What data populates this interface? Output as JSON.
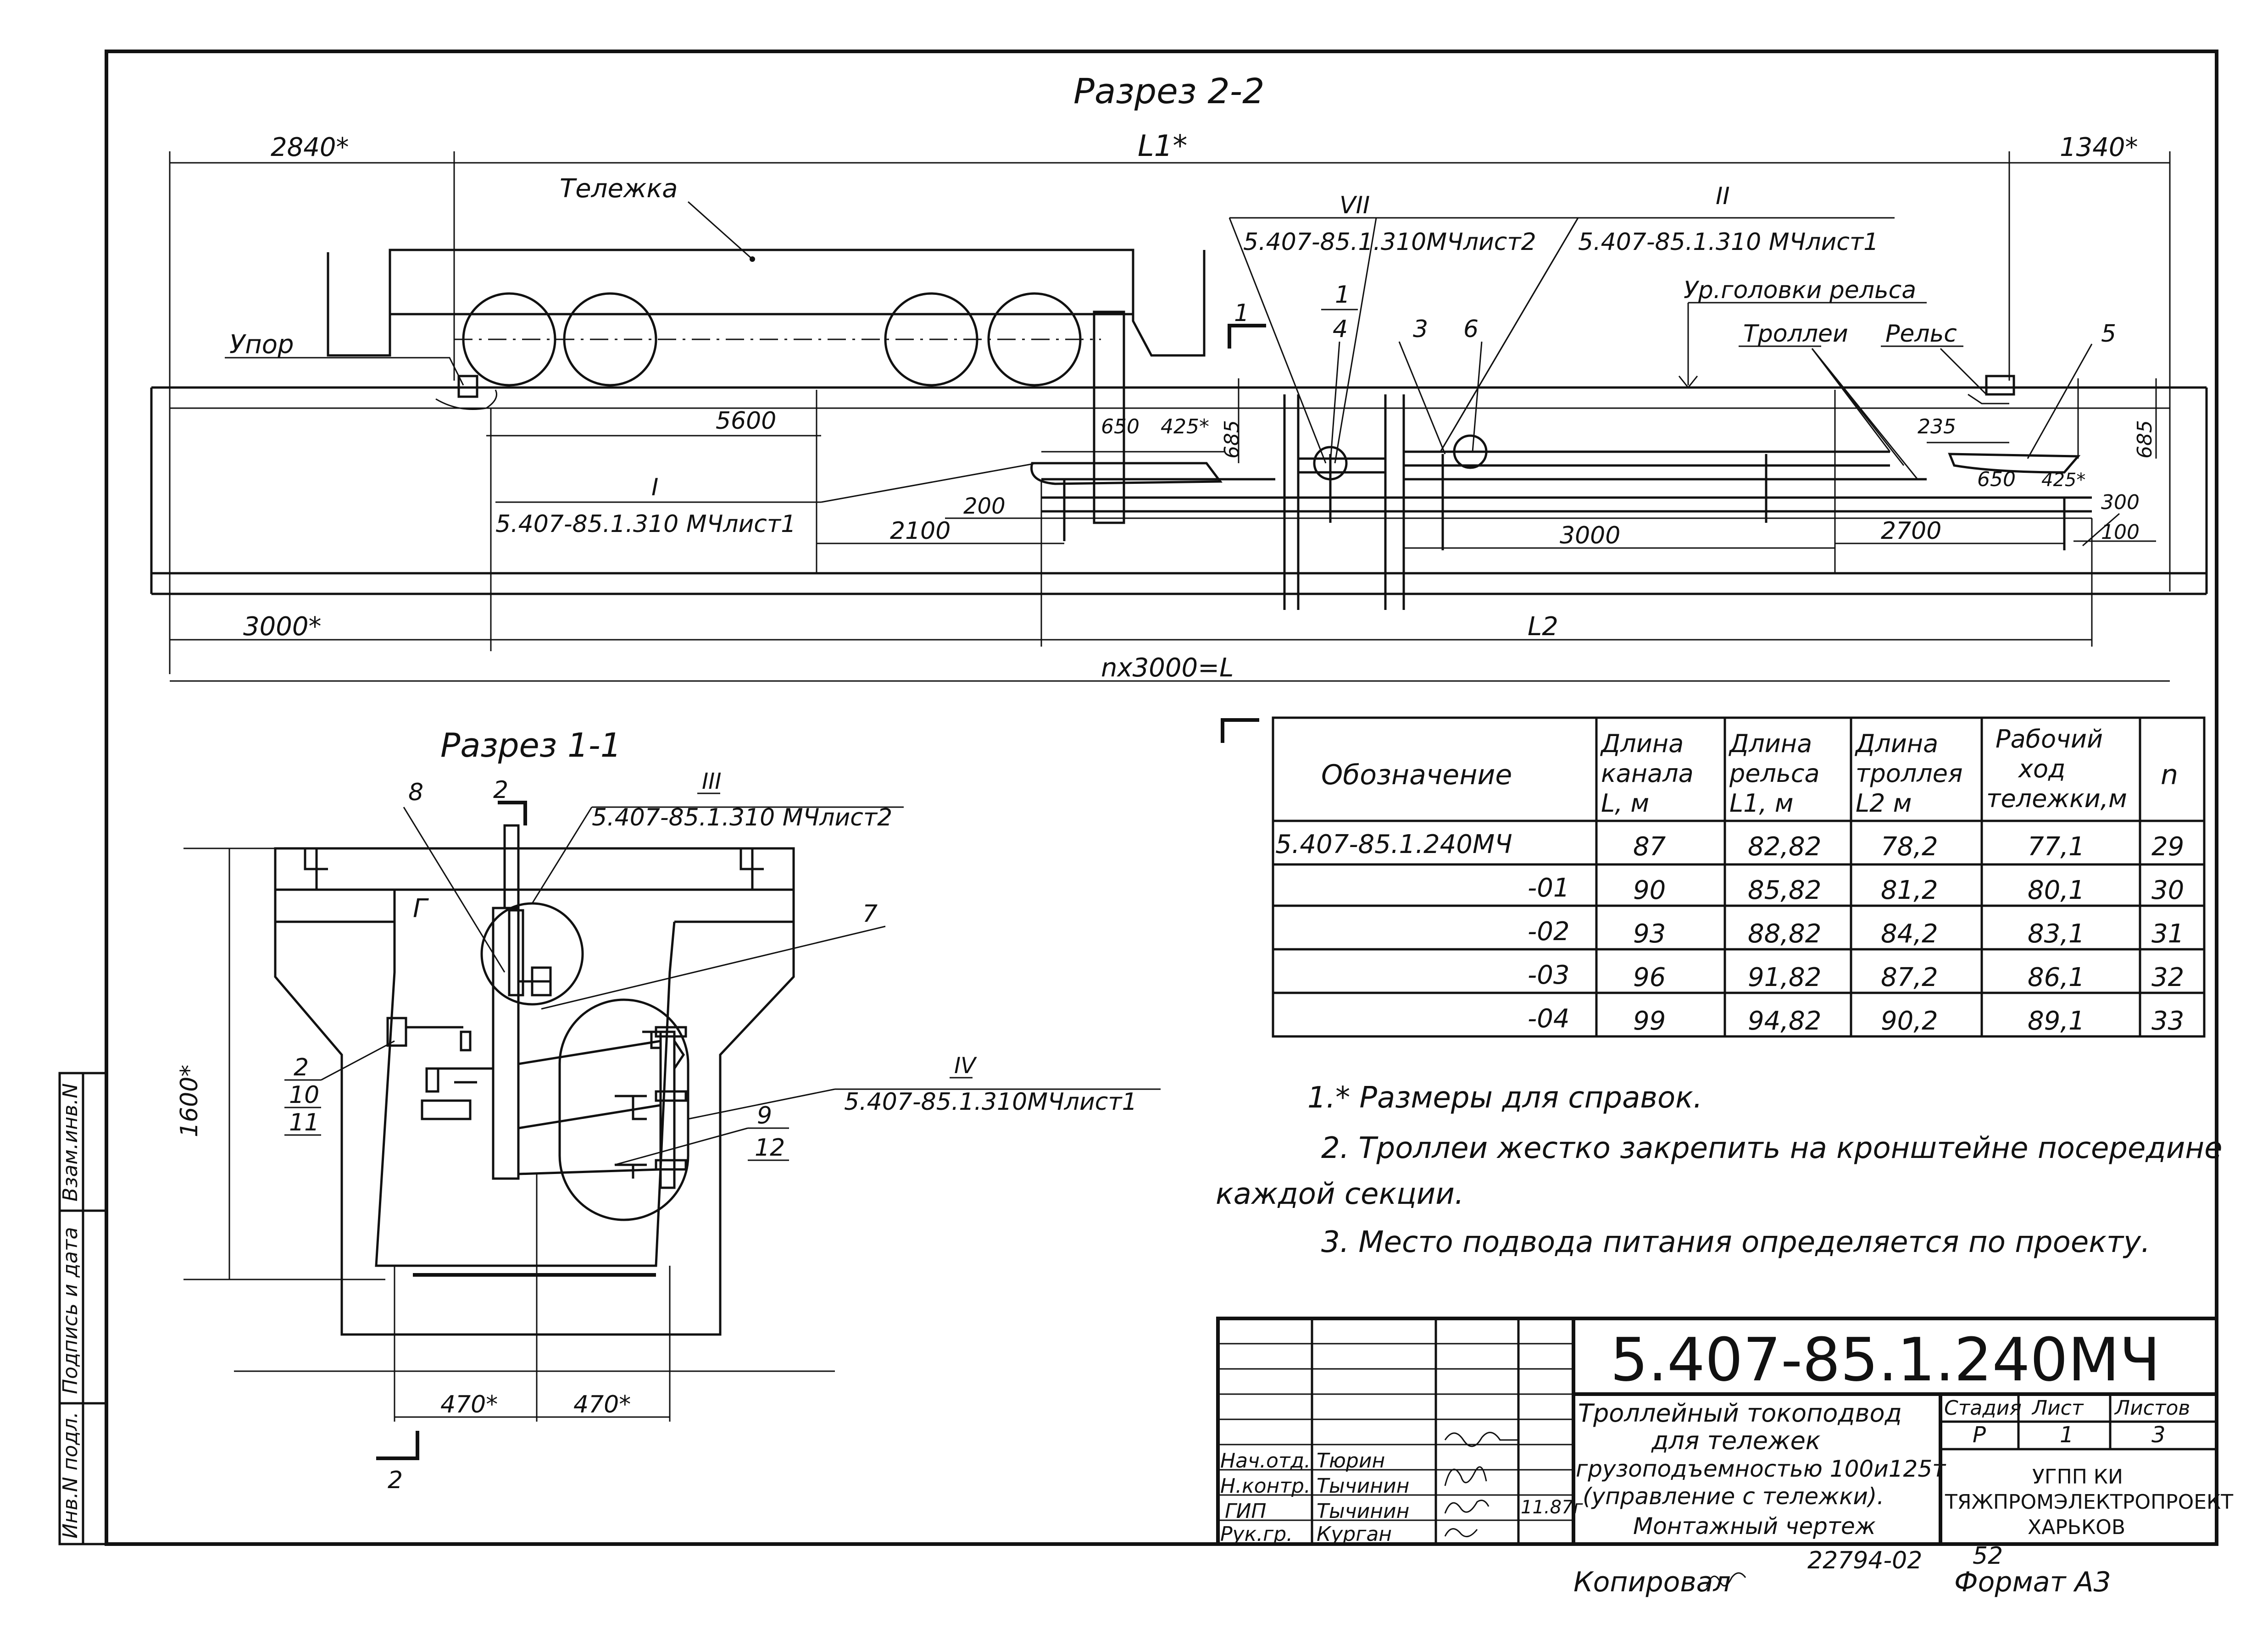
{
  "section_2_2": {
    "title": "Разрез 2-2",
    "dim_left": "2840*",
    "dim_overall": "L1*",
    "dim_right": "1340*",
    "label_trolley": "Тележка",
    "label_stop": "Упор",
    "callout_vii": "VII",
    "callout_vii_ref": "5.407-85.1.310МЧлист2",
    "callout_ii": "II",
    "callout_ii_ref": "5.407-85.1.310 МЧлист1",
    "label_rail_head": "Ур.головки рельса",
    "label_trolley_wire": "Троллеи",
    "label_rail": "Рельс",
    "pos_1": "1",
    "pos_4": "4",
    "pos_3": "3",
    "pos_6": "6",
    "pos_5": "5",
    "dim_5600": "5600",
    "dim_650a": "650",
    "dim_425a": "425*",
    "dim_685a": "685",
    "dim_235": "235",
    "dim_650b": "650",
    "dim_425b": "425*",
    "dim_685b": "685",
    "callout_i": "I",
    "callout_i_ref": "5.407-85.1.310 МЧлист1",
    "dim_200": "200",
    "dim_2100": "2100",
    "dim_3000a": "3000",
    "dim_2700": "2700",
    "dim_300": "300",
    "dim_100": "100",
    "dim_3000b": "3000*",
    "dim_l2": "L2",
    "dim_total": "nx3000=L",
    "cut_mark": "1"
  },
  "section_1_1": {
    "title": "Разрез 1-1",
    "pos_8": "8",
    "cut_2": "2",
    "callout_iii": "III",
    "callout_iii_ref": "5.407-85.1.310 МЧлист2",
    "pos_7": "7",
    "pos_2": "2",
    "pos_10": "10",
    "pos_11": "11",
    "callout_iv": "IV",
    "callout_iv_ref": "5.407-85.1.310МЧлист1",
    "pos_9": "9",
    "pos_12": "12",
    "dim_1600": "1600*",
    "dim_470a": "470*",
    "dim_470b": "470*",
    "letter_g": "Г"
  },
  "table": {
    "headers": [
      "Обозначение",
      "Длина канала L, м",
      "Длина рельса L1, м",
      "Длина троллея L2 м",
      "Рабочий ход тележки,м",
      "n"
    ],
    "rows": [
      [
        "5.407-85.1.240МЧ",
        "87",
        "82,82",
        "78,2",
        "77,1",
        "29"
      ],
      [
        "-01",
        "90",
        "85,82",
        "81,2",
        "80,1",
        "30"
      ],
      [
        "-02",
        "93",
        "88,82",
        "84,2",
        "83,1",
        "31"
      ],
      [
        "-03",
        "96",
        "91,82",
        "87,2",
        "86,1",
        "32"
      ],
      [
        "-04",
        "99",
        "94,82",
        "90,2",
        "89,1",
        "33"
      ]
    ]
  },
  "notes": [
    "1.* Размеры для справок.",
    "2. Троллеи жестко закрепить на кронштейне посередине",
    "каждой секции.",
    "3. Место подвода питания определяется по проекту."
  ],
  "title_block": {
    "code": "5.407-85.1.240МЧ",
    "description": [
      "Троллейный токоподвод",
      "для тележек",
      "грузоподъемностью 100и125т",
      "(управление с тележки).",
      "Монтажный чертеж"
    ],
    "stage_header": "Стадия",
    "sheet_header": "Лист",
    "sheets_header": "Листов",
    "stage": "Р",
    "sheet": "1",
    "sheets": "3",
    "org": [
      "УГПП КИ",
      "ТЯЖПРОМЭЛЕКТРОПРОЕКТ",
      "ХАРЬКОВ"
    ],
    "signers": [
      {
        "role": "Нач.отд.",
        "name": "Тюрин"
      },
      {
        "role": "Н.контр.",
        "name": "Тычинин"
      },
      {
        "role": "ГИП",
        "name": "Тычинин"
      },
      {
        "role": "Рук.гр.",
        "name": "Курган"
      }
    ],
    "date": "11.87г"
  },
  "side_stamp": [
    "Инв.N подл.",
    "Подпись и дата",
    "Взам.инв.N"
  ],
  "footer": {
    "copied": "Копировал",
    "number": "22794-02",
    "page": "52",
    "format": "Формат А3"
  }
}
